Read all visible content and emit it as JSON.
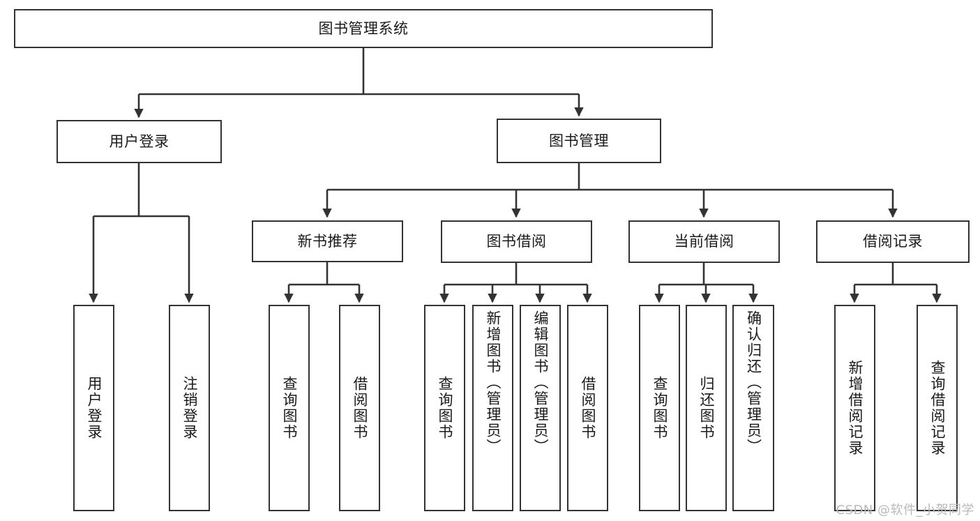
{
  "diagram": {
    "type": "hierarchy-tree",
    "title": "图书管理系统",
    "colors": {
      "box_border": "#333333",
      "box_fill": "#ffffff",
      "edge": "#333333",
      "text": "#1a1a1a",
      "watermark": "#b9b9b9",
      "background": "#ffffff"
    },
    "root": {
      "label": "图书管理系统"
    },
    "level2": [
      {
        "label": "用户登录"
      },
      {
        "label": "图书管理"
      }
    ],
    "level3": [
      {
        "label": "新书推荐"
      },
      {
        "label": "图书借阅"
      },
      {
        "label": "当前借阅"
      },
      {
        "label": "借阅记录"
      }
    ],
    "leaves": {
      "user_login": [
        {
          "label": "用户登录"
        },
        {
          "label": "注销登录"
        }
      ],
      "new_book_recommend": [
        {
          "label": "查询图书"
        },
        {
          "label": "借阅图书"
        }
      ],
      "book_borrow": [
        {
          "label": "查询图书"
        },
        {
          "label": "新增图书（管理员）"
        },
        {
          "label": "编辑图书（管理员）"
        },
        {
          "label": "借阅图书"
        }
      ],
      "current_borrow": [
        {
          "label": "查询图书"
        },
        {
          "label": "归还图书"
        },
        {
          "label": "确认归还（管理员）"
        }
      ],
      "borrow_record": [
        {
          "label": "新增借阅记录"
        },
        {
          "label": "查询借阅记录"
        }
      ]
    }
  },
  "watermark": {
    "text": "CSDN @软件_小贺同学"
  }
}
